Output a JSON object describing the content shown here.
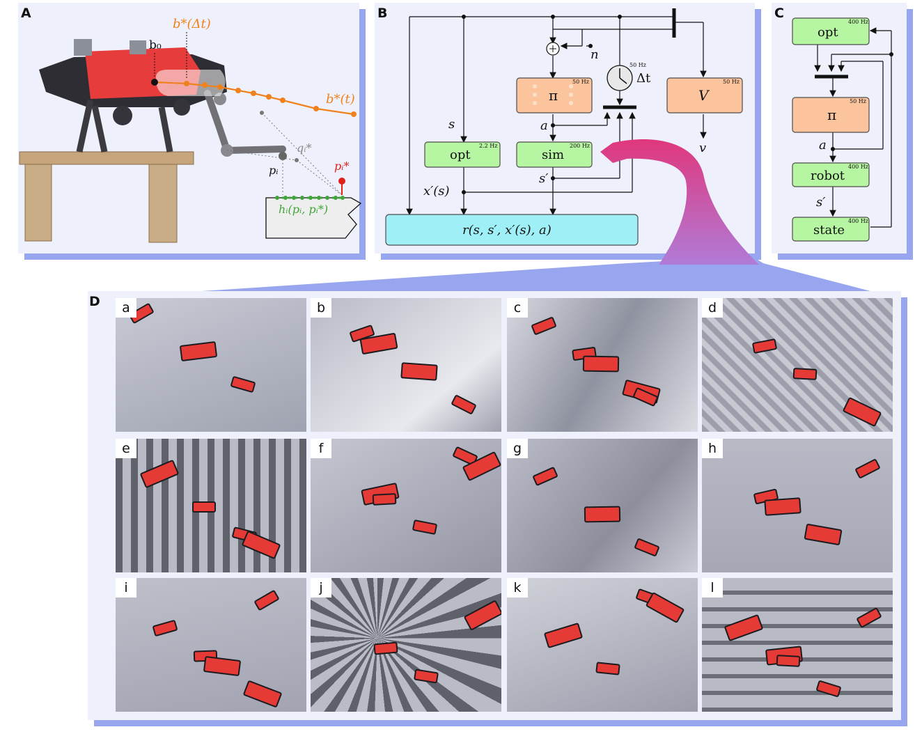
{
  "panels": {
    "a": {
      "label": "A",
      "annotations": {
        "b0": "b₀",
        "bdt": "b*(Δt)",
        "bt": "b*(t)",
        "qi": "qᵢ*",
        "pi": "pᵢ",
        "pistar": "pᵢ*",
        "hi": "hᵢ(pᵢ, pᵢ*)"
      }
    },
    "b": {
      "label": "B",
      "boxes": {
        "opt": "opt",
        "opt_hz": "2.2 Hz",
        "pi": "π",
        "pi_hz": "50 Hz",
        "sim": "sim",
        "sim_hz": "200 Hz",
        "v": "V",
        "v_hz": "50 Hz",
        "clock_hz": "50 Hz",
        "reward": "r(s, s′, x′(s), a)"
      },
      "signals": {
        "s": "s",
        "a": "a",
        "sprime": "s′",
        "xprime": "x′(s)",
        "n": "n",
        "dt": "Δt",
        "v": "v"
      }
    },
    "c": {
      "label": "C",
      "boxes": {
        "opt": "opt",
        "opt_hz": "400 Hz",
        "pi": "π",
        "pi_hz": "50 Hz",
        "robot": "robot",
        "robot_hz": "400 Hz",
        "state": "state",
        "state_hz": "400 Hz"
      },
      "signals": {
        "a": "a",
        "sprime": "s′"
      }
    },
    "d": {
      "label": "D",
      "tiles": [
        "a",
        "b",
        "c",
        "d",
        "e",
        "f",
        "g",
        "h",
        "i",
        "j",
        "k",
        "l"
      ]
    }
  },
  "colors": {
    "panel_bg": "#eef0fb",
    "shadow": "#97a6ee",
    "green_box": "#b6f5a1",
    "orange_box": "#fbc49c",
    "cyan_box": "#9ff0f6",
    "trajectory": "#f0821e",
    "robot": "#e53a35",
    "terrain": "#b8bac6"
  }
}
